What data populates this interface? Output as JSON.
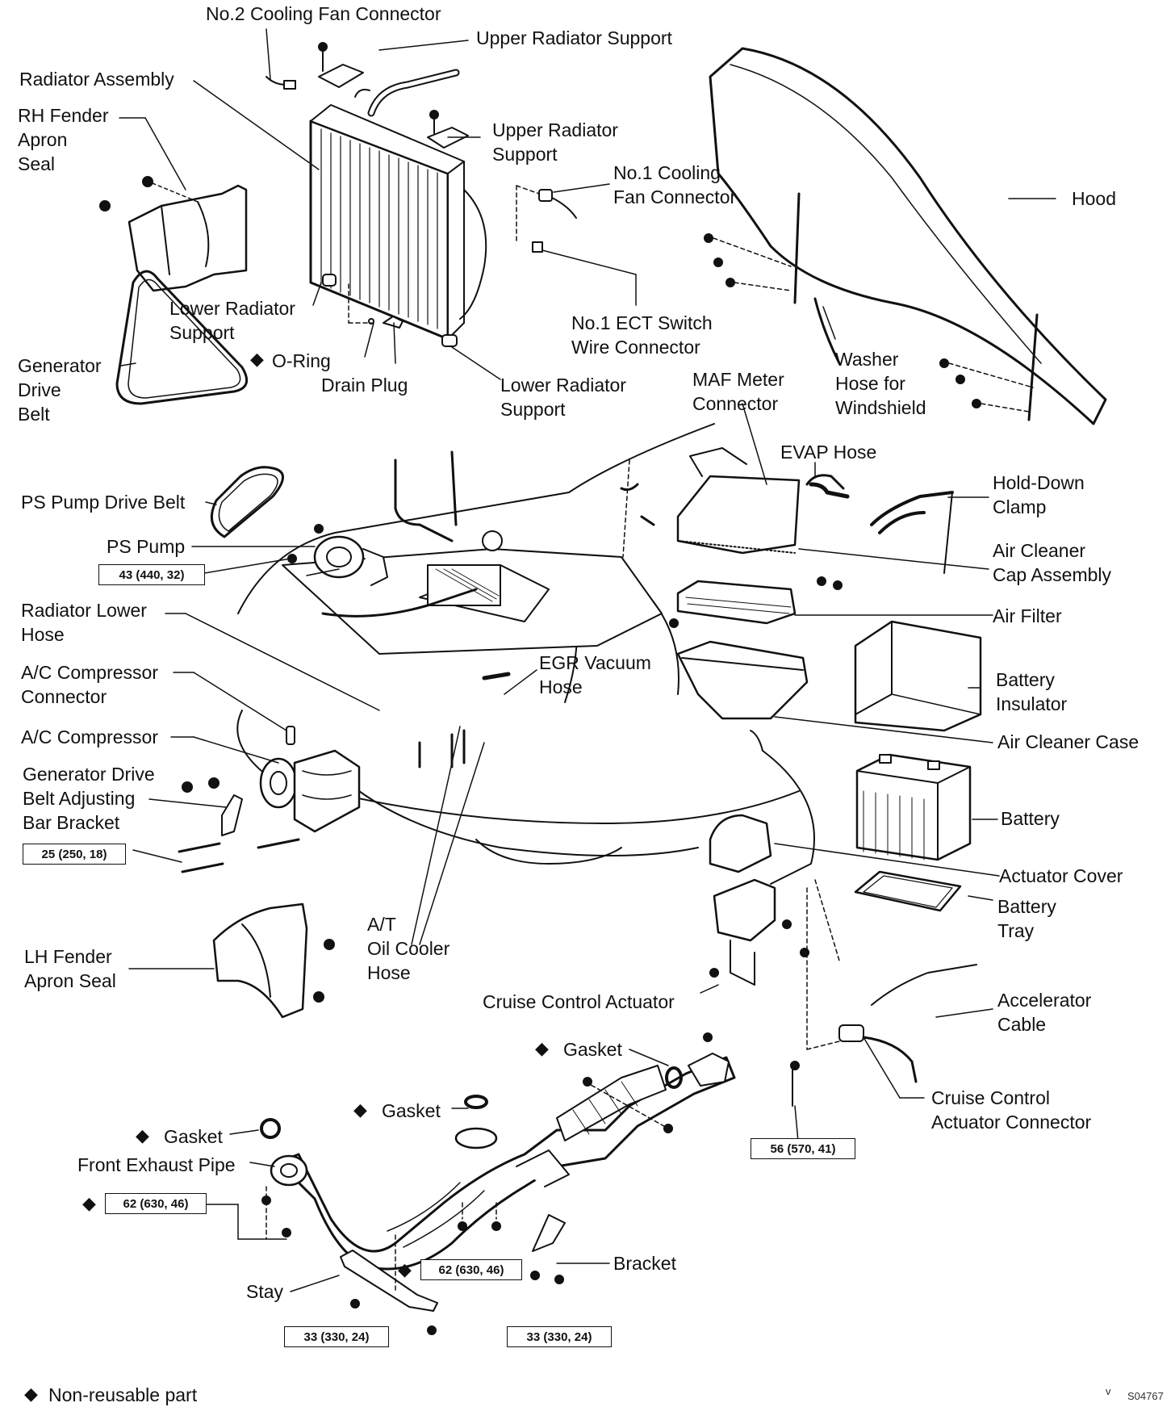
{
  "labels": {
    "no2_cooling_fan_connector": "No.2 Cooling Fan Connector",
    "upper_radiator_support_1": "Upper Radiator Support",
    "radiator_assembly": "Radiator Assembly",
    "rh_fender_apron_seal": "RH Fender\nApron\nSeal",
    "upper_radiator_support_2": "Upper Radiator\nSupport",
    "no1_cooling_fan_connector": "No.1 Cooling\nFan Connector",
    "hood": "Hood",
    "lower_radiator_support_1": "Lower Radiator\nSupport",
    "no1_ect_switch_wire_connector": "No.1 ECT Switch\nWire Connector",
    "o_ring": "O-Ring",
    "drain_plug": "Drain Plug",
    "lower_radiator_support_2": "Lower Radiator\nSupport",
    "generator_drive_belt": "Generator\nDrive\nBelt",
    "maf_meter_connector": "MAF Meter\nConnector",
    "washer_hose": "Washer\nHose for\nWindshield",
    "evap_hose": "EVAP Hose",
    "ps_pump_drive_belt": "PS Pump Drive Belt",
    "hold_down_clamp": "Hold-Down\nClamp",
    "ps_pump": "PS Pump",
    "air_cleaner_cap_assembly": "Air Cleaner\nCap Assembly",
    "radiator_lower_hose": "Radiator Lower\nHose",
    "air_filter": "Air Filter",
    "egr_vacuum_hose": "EGR Vacuum\nHose",
    "ac_compressor_connector": "A/C Compressor\nConnector",
    "battery_insulator": "Battery\nInsulator",
    "ac_compressor": "A/C Compressor",
    "air_cleaner_case": "Air Cleaner Case",
    "generator_drive_belt_adjusting_bar_bracket": "Generator Drive\nBelt Adjusting\nBar Bracket",
    "battery": "Battery",
    "actuator_cover": "Actuator Cover",
    "battery_tray": "Battery\nTray",
    "lh_fender_apron_seal": "LH Fender\nApron Seal",
    "at_oil_cooler_hose": "A/T\nOil Cooler\nHose",
    "cruise_control_actuator": "Cruise Control Actuator",
    "accelerator_cable": "Accelerator\nCable",
    "gasket_1": "Gasket",
    "cruise_control_actuator_connector": "Cruise Control\nActuator Connector",
    "gasket_2": "Gasket",
    "gasket_3": "Gasket",
    "front_exhaust_pipe": "Front Exhaust Pipe",
    "bracket": "Bracket",
    "stay": "Stay"
  },
  "torque_specs": {
    "ps_pump": "43 (440, 32)",
    "adjusting_bar": "25 (250, 18)",
    "exhaust_rear_flange": "56 (570, 41)",
    "exhaust_front_flange": "62 (630, 46)",
    "exhaust_center": "62 (630, 46)",
    "stay": "33 (330, 24)",
    "bracket": "33 (330, 24)"
  },
  "legend": {
    "symbol": "◆",
    "text": "Non-reusable part"
  },
  "figure_code": "S04767",
  "figure_mark": "v"
}
